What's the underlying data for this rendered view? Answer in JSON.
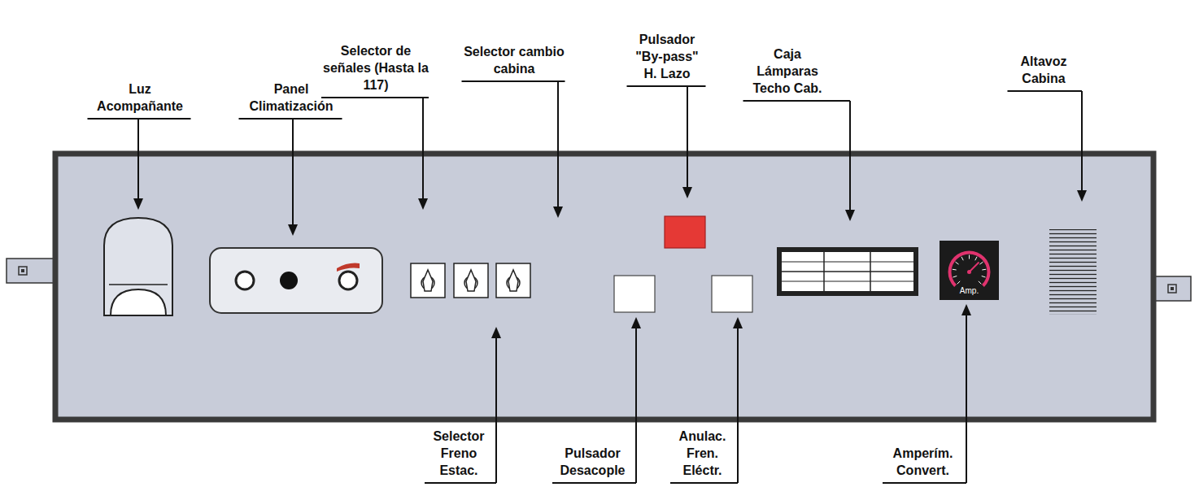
{
  "diagram": {
    "nodes": [
      {
        "text": [
          "Amp."
        ]
      }
    ],
    "labels": [
      "Luz Acompañante",
      "Panel Climatización",
      "Selector de señales (Hasta la 117)",
      "Selector cambio cabina",
      "Pulsador \"By-pass\" H. Lazo",
      "Caja Lámparas Techo Cab.",
      "Altavoz Cabina",
      "Selector Freno Estac.",
      "Pulsador Desacople",
      "Anulac. Fren. Eléctr.",
      "Amperím. Convert."
    ]
  }
}
